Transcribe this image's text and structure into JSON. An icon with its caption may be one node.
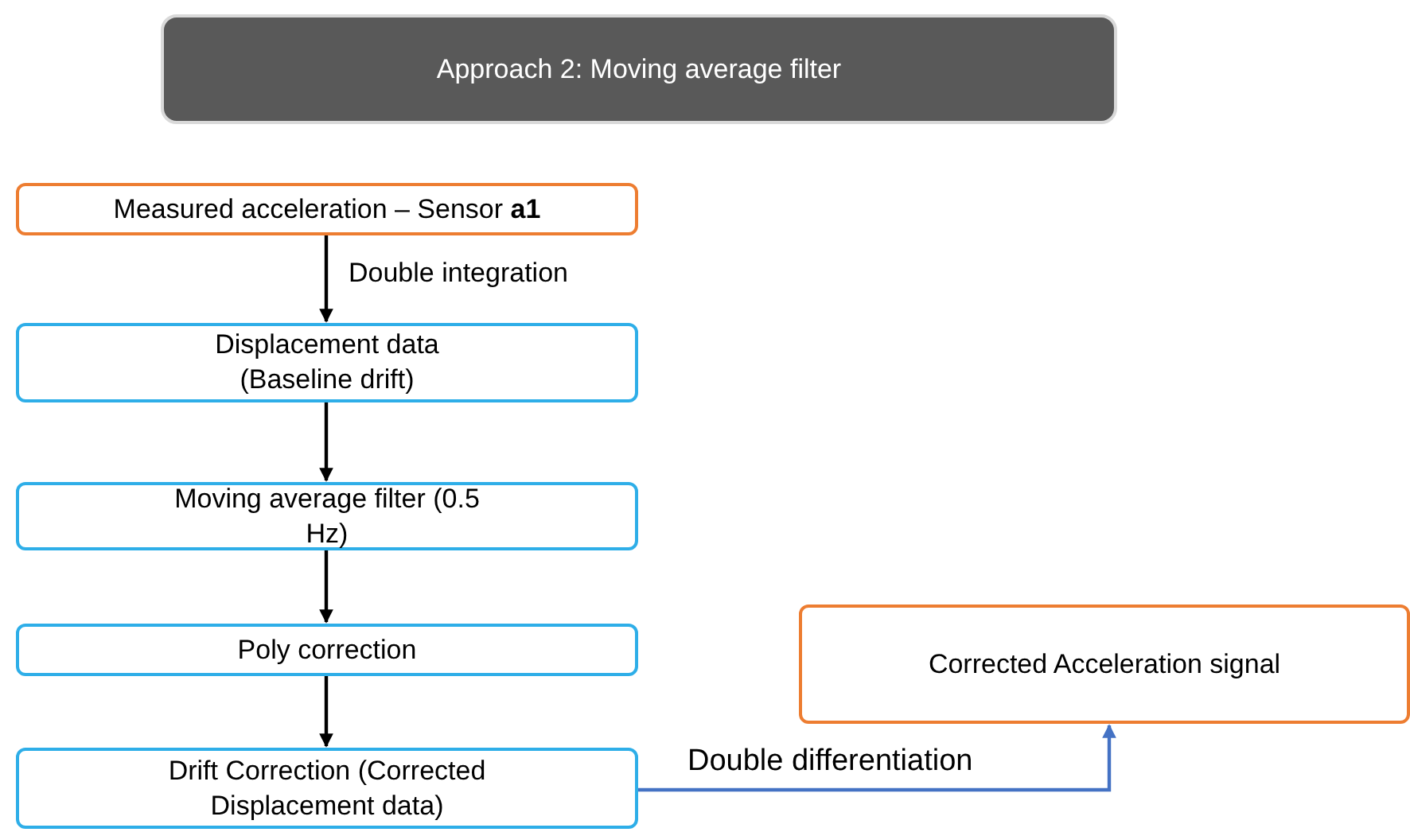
{
  "diagram": {
    "nodes": [
      {
        "text": [
          "Approach 2: Moving average filter"
        ]
      },
      {
        "text": [
          "Measured acceleration – Sensor **a1**"
        ]
      },
      {
        "text": [
          "Displacement data (Baseline drift)"
        ]
      },
      {
        "text": [
          "Moving average filter (0.5 Hz)"
        ]
      },
      {
        "text": [
          "Poly correction"
        ]
      },
      {
        "text": [
          "Drift Correction (Corrected Displacement data)"
        ]
      },
      {
        "text": [
          "Corrected Acceleration signal"
        ]
      }
    ],
    "edges": [
      {
        "from": 1,
        "to": 2,
        "arrow": "to",
        "label": "Double integration"
      },
      {
        "from": 2,
        "to": 3,
        "arrow": "to"
      },
      {
        "from": 3,
        "to": 4,
        "arrow": "to"
      },
      {
        "from": 4,
        "to": 5,
        "arrow": "to"
      },
      {
        "from": 5,
        "to": 6,
        "arrow": "to",
        "label": "Double differentiation",
        "color": "#4472c4"
      }
    ]
  }
}
